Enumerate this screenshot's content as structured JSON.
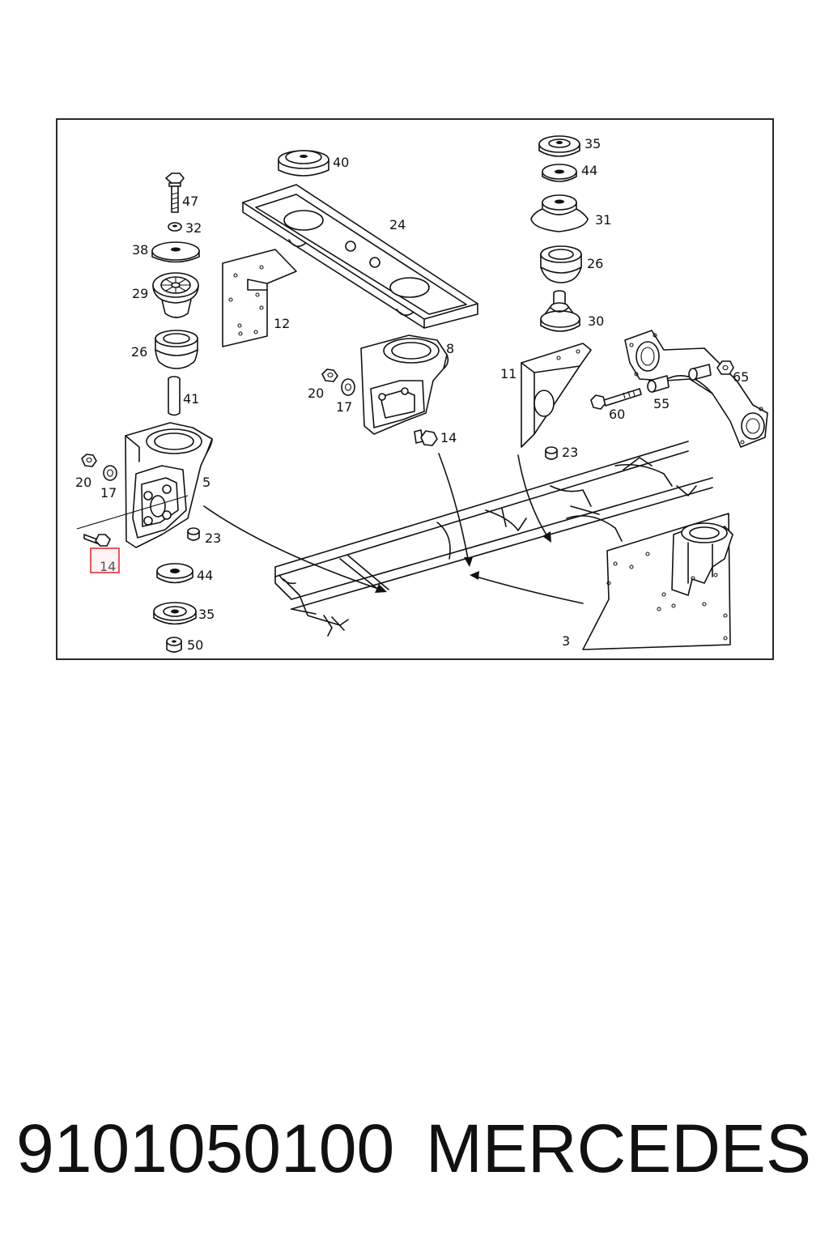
{
  "diagram": {
    "labels": {
      "p40": "40",
      "p24": "24",
      "p47": "47",
      "p32": "32",
      "p38": "38",
      "p29": "29",
      "p26a": "26",
      "p41": "41",
      "p12": "12",
      "p5": "5",
      "p20a": "20",
      "p17a": "17",
      "p23a": "23",
      "p14a": "14",
      "p44a": "44",
      "p35a": "35",
      "p50": "50",
      "p8": "8",
      "p20b": "20",
      "p17b": "17",
      "p14b": "14",
      "p35b": "35",
      "p44b": "44",
      "p31": "31",
      "p26b": "26",
      "p30": "30",
      "p11": "11",
      "p23b": "23",
      "p65": "65",
      "p60": "60",
      "p55": "55",
      "p3": "3"
    },
    "highlighted_part": "14",
    "highlight_color": "#e0303a"
  },
  "footer": {
    "part_number": "9101050100",
    "brand": "MERCEDES"
  }
}
